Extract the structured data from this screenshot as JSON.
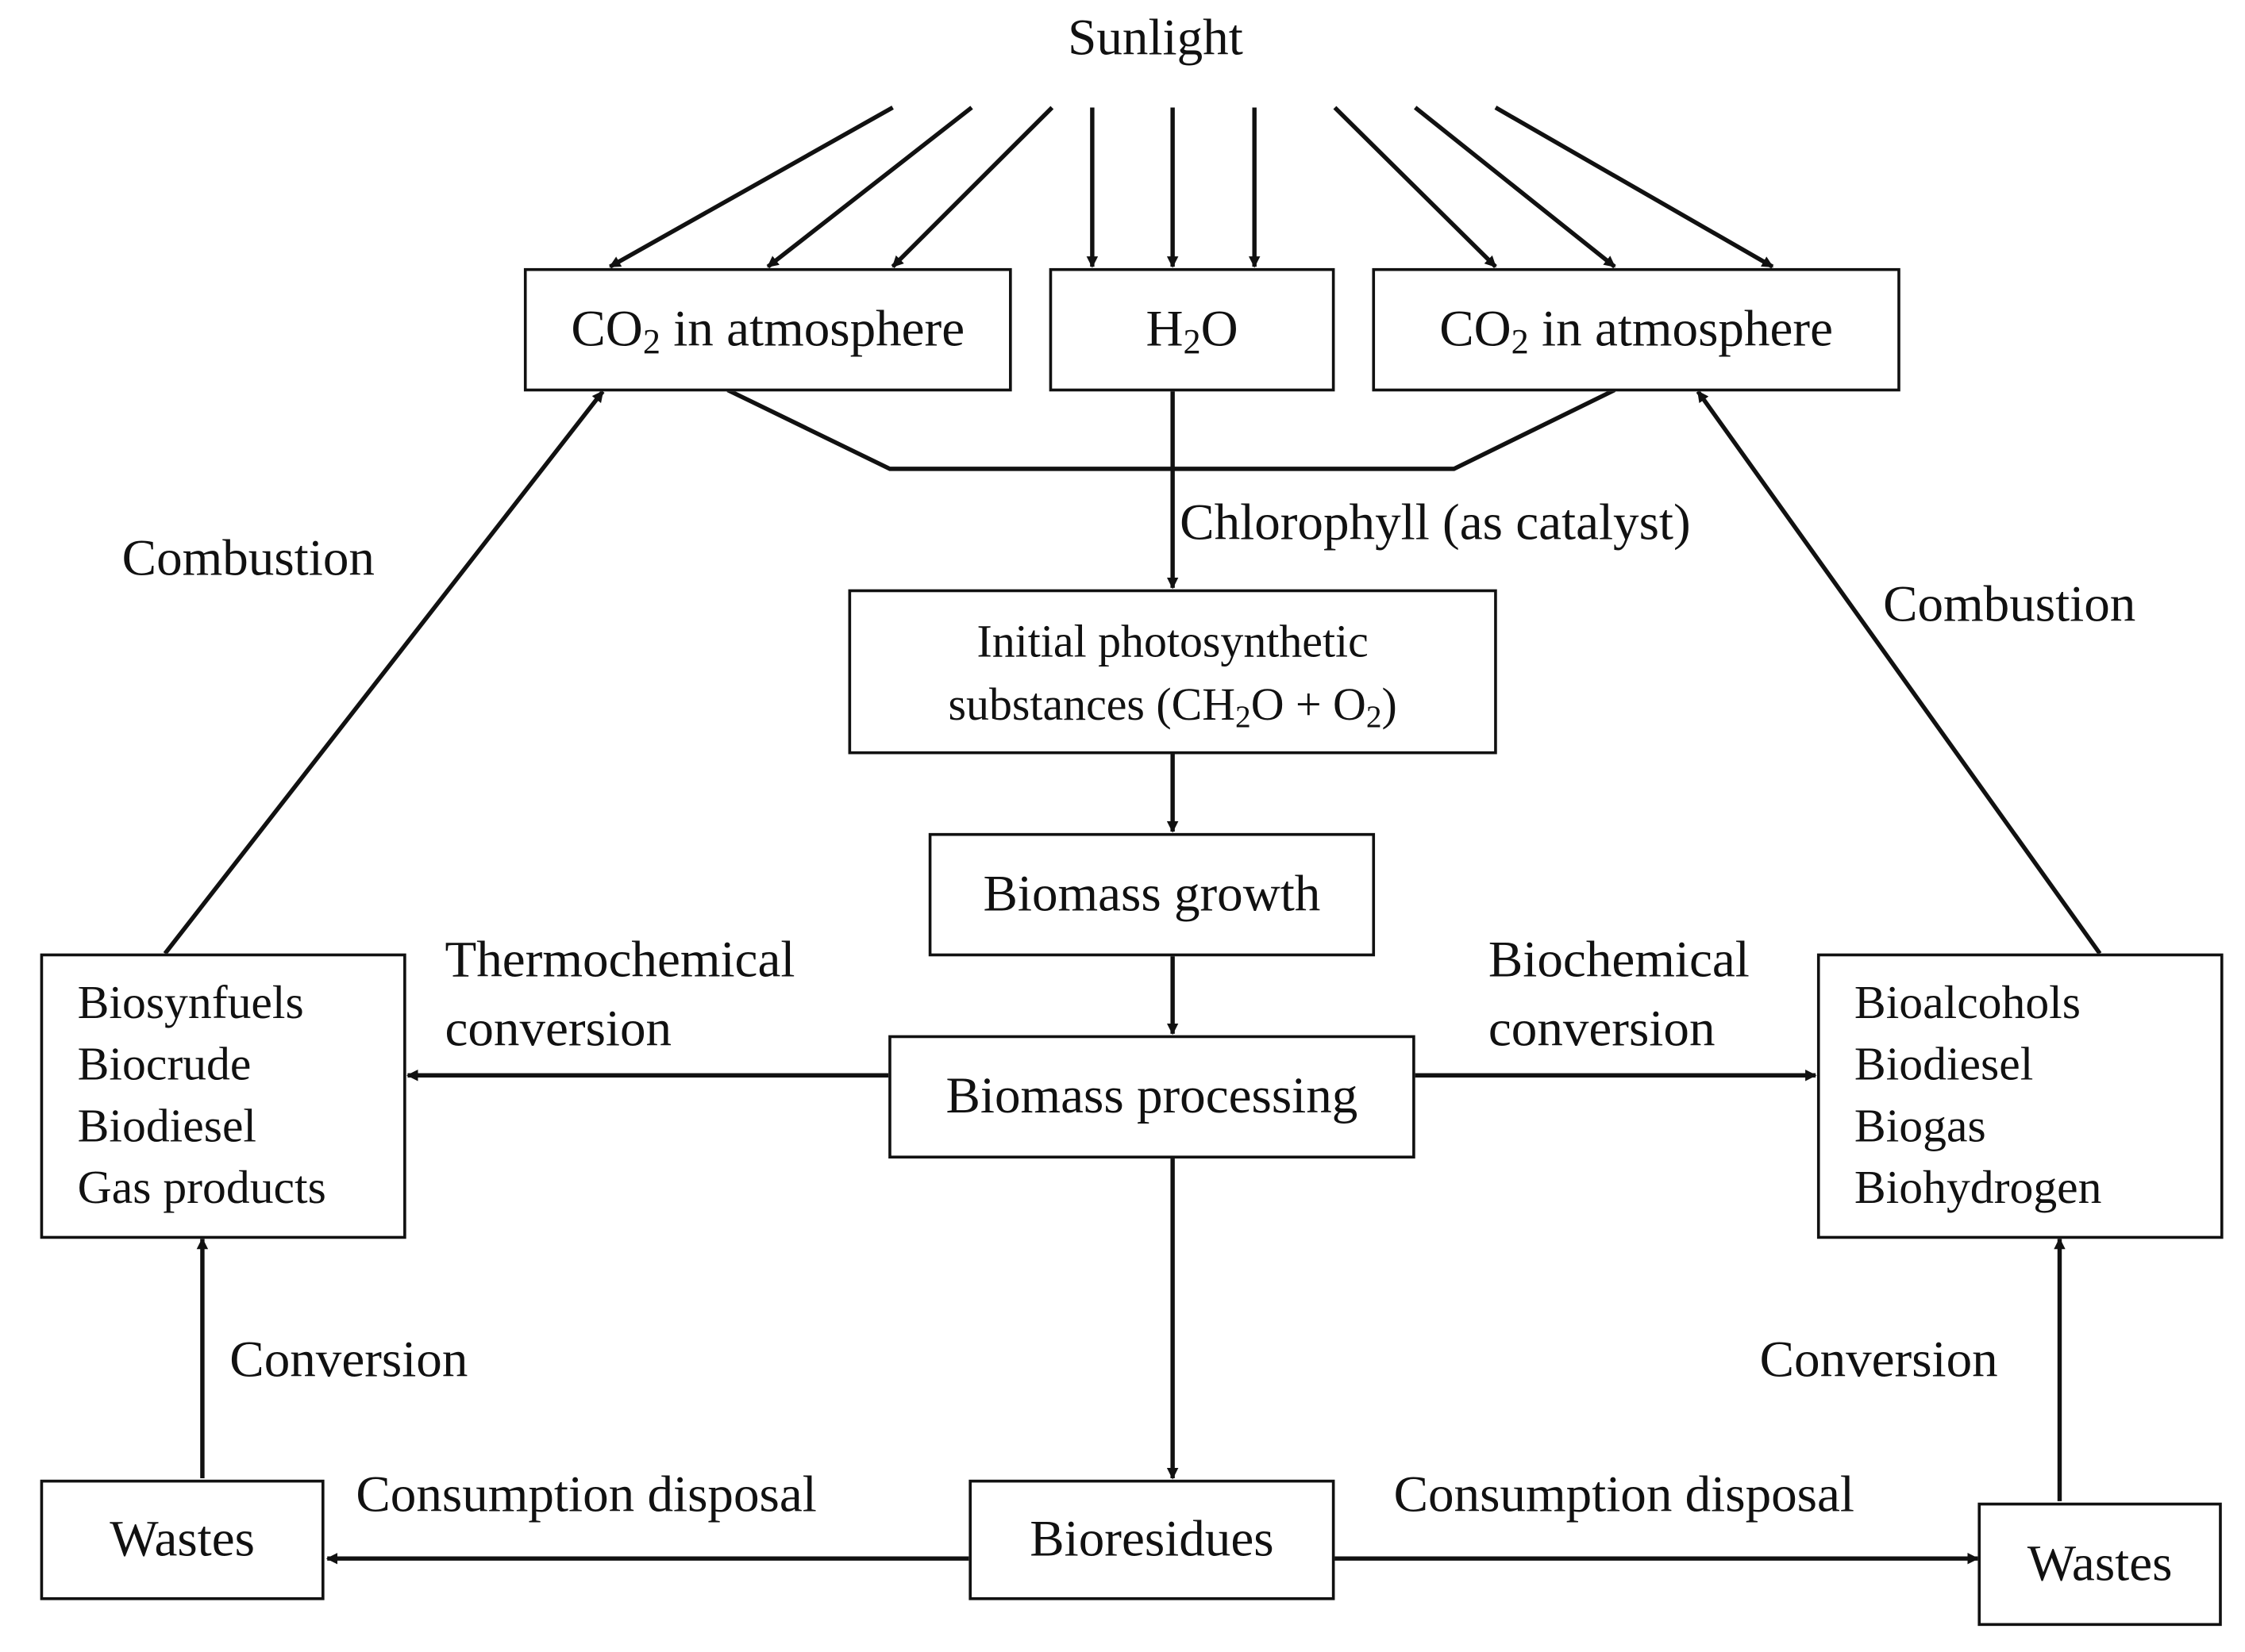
{
  "sources": {
    "sunlight": "Sunlight"
  },
  "boxes": {
    "co2_left": {
      "pre": "CO",
      "sub": "2",
      "post": " in atmosphere"
    },
    "h2o": {
      "pre": "H",
      "sub": "2",
      "post": "O"
    },
    "co2_right": {
      "pre": "CO",
      "sub": "2",
      "post": " in atmosphere"
    },
    "initial": {
      "line1": "Initial photosynthetic",
      "line2_pre": "substances  (CH",
      "line2_sub1": "2",
      "line2_mid": "O  +  O",
      "line2_sub2": "2",
      "line2_post": ")"
    },
    "biomass_growth": "Biomass growth",
    "biomass_processing": "Biomass processing",
    "bioresidues": "Bioresidues",
    "wastes_left": "Wastes",
    "wastes_right": "Wastes",
    "thermo_products": [
      "Biosynfuels",
      "Biocrude",
      "Biodiesel",
      "Gas products"
    ],
    "bio_products": [
      "Bioalcohols",
      "Biodiesel",
      "Biogas",
      "Biohydrogen"
    ]
  },
  "labels": {
    "chlorophyll": "Chlorophyll (as catalyst)",
    "combustion_left": "Combustion",
    "combustion_right": "Combustion",
    "thermochemical": [
      "Thermochemical",
      "conversion"
    ],
    "biochemical": [
      "Biochemical",
      "conversion"
    ],
    "conversion_left": "Conversion",
    "conversion_right": "Conversion",
    "consumption_left": "Consumption disposal",
    "consumption_right": "Consumption disposal"
  }
}
